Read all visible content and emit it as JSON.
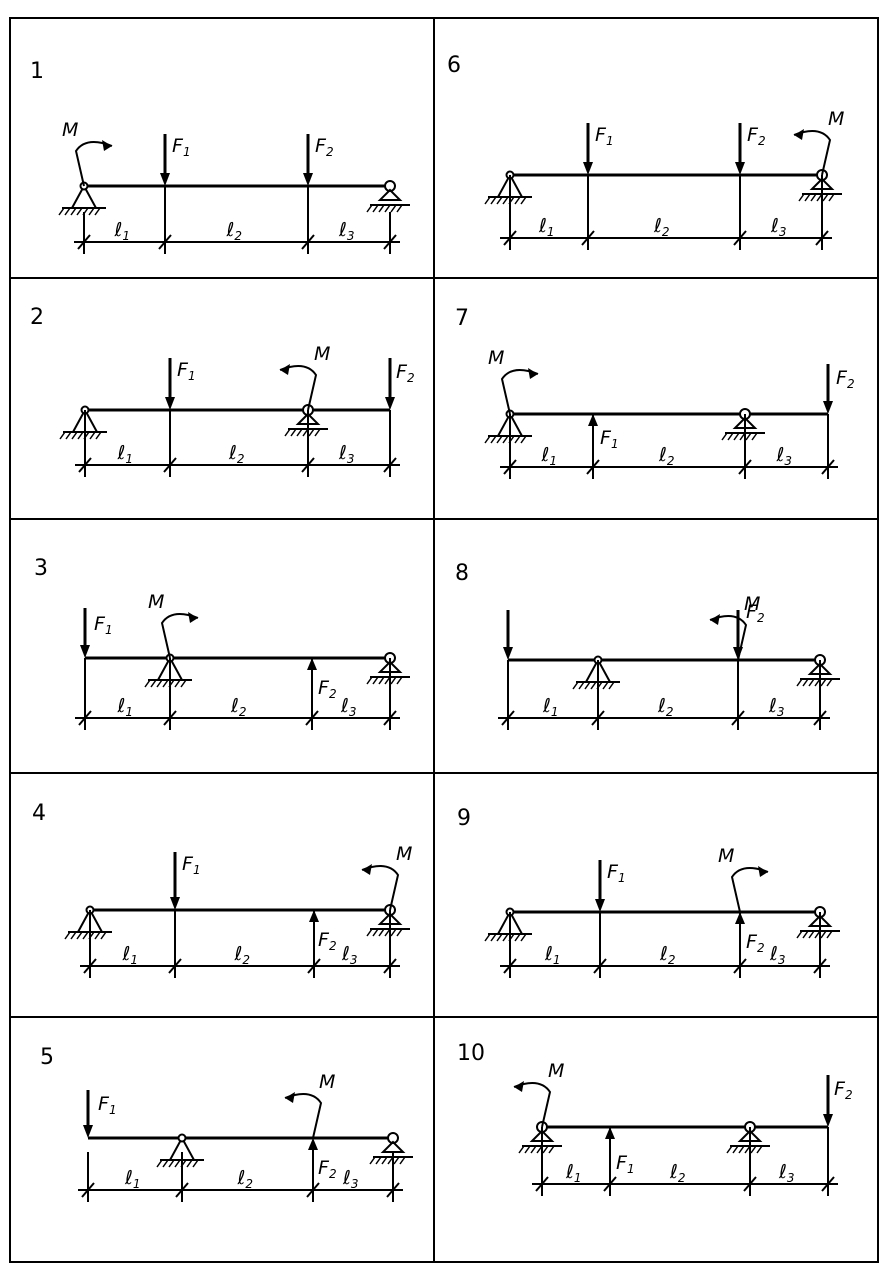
{
  "panels": [
    {
      "number": "1",
      "force_labels": [
        "F",
        "F"
      ],
      "force_subs": [
        "1",
        "2"
      ],
      "moment_label": "M",
      "span_labels": [
        "ℓ",
        "ℓ",
        "ℓ"
      ],
      "span_subs": [
        "1",
        "2",
        "3"
      ]
    },
    {
      "number": "2",
      "force_labels": [
        "F",
        "F"
      ],
      "force_subs": [
        "1",
        "2"
      ],
      "moment_label": "M",
      "span_labels": [
        "ℓ",
        "ℓ",
        "ℓ"
      ],
      "span_subs": [
        "1",
        "2",
        "3"
      ]
    },
    {
      "number": "3",
      "force_labels": [
        "F",
        "F"
      ],
      "force_subs": [
        "1",
        "2"
      ],
      "moment_label": "M",
      "span_labels": [
        "ℓ",
        "ℓ",
        "ℓ"
      ],
      "span_subs": [
        "1",
        "2",
        "3"
      ]
    },
    {
      "number": "4",
      "force_labels": [
        "F",
        "F"
      ],
      "force_subs": [
        "1",
        "2"
      ],
      "moment_label": "M",
      "span_labels": [
        "ℓ",
        "ℓ",
        "ℓ"
      ],
      "span_subs": [
        "1",
        "2",
        "3"
      ]
    },
    {
      "number": "5",
      "force_labels": [
        "F",
        "F"
      ],
      "force_subs": [
        "1",
        "2"
      ],
      "moment_label": "M",
      "span_labels": [
        "ℓ",
        "ℓ",
        "ℓ"
      ],
      "span_subs": [
        "1",
        "2",
        "3"
      ]
    },
    {
      "number": "6",
      "force_labels": [
        "F",
        "F"
      ],
      "force_subs": [
        "1",
        "2"
      ],
      "moment_label": "M",
      "span_labels": [
        "ℓ",
        "ℓ",
        "ℓ"
      ],
      "span_subs": [
        "1",
        "2",
        "3"
      ]
    },
    {
      "number": "7",
      "force_labels": [
        "F",
        "F"
      ],
      "force_subs": [
        "1",
        "2"
      ],
      "moment_label": "M",
      "span_labels": [
        "ℓ",
        "ℓ",
        "ℓ"
      ],
      "span_subs": [
        "1",
        "2",
        "3"
      ]
    },
    {
      "number": "8",
      "force_labels": [
        "",
        "F"
      ],
      "force_subs": [
        "",
        "2"
      ],
      "moment_label": "M",
      "span_labels": [
        "ℓ",
        "ℓ",
        "ℓ"
      ],
      "span_subs": [
        "1",
        "2",
        "3"
      ]
    },
    {
      "number": "9",
      "force_labels": [
        "F",
        "F"
      ],
      "force_subs": [
        "1",
        "2"
      ],
      "moment_label": "M",
      "span_labels": [
        "ℓ",
        "ℓ",
        "ℓ"
      ],
      "span_subs": [
        "1",
        "2",
        "3"
      ]
    },
    {
      "number": "10",
      "force_labels": [
        "F",
        "F"
      ],
      "force_subs": [
        "1",
        "2"
      ],
      "moment_label": "M",
      "span_labels": [
        "ℓ",
        "ℓ",
        "ℓ"
      ],
      "span_subs": [
        "1",
        "2",
        "3"
      ]
    }
  ]
}
